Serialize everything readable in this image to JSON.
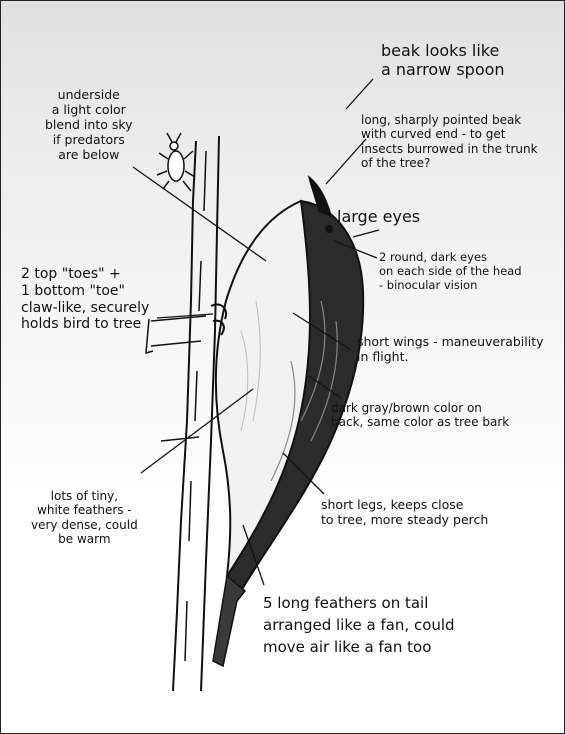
{
  "annotations": {
    "beak_title": "beak looks like\na narrow spoon",
    "beak_note": "long, sharply pointed beak\nwith curved end - to get\ninsects burrowed in the trunk\nof the tree?",
    "underside": "underside\na light color\nblend into sky\nif predators\nare below",
    "eyes_title": "large eyes",
    "eyes_note": "2 round, dark eyes\non each side of the head\n- binocular vision",
    "toes": "2 top \"toes\" +\n1 bottom \"toe\"\nclaw-like, securely\nholds bird to tree",
    "wings": "short wings - maneuverability\nin flight.",
    "back_color": "dark gray/brown color on\nback, same color as tree bark",
    "feathers": "lots of tiny,\nwhite feathers -\nvery dense, could\nbe warm",
    "legs": "short legs, keeps close\nto tree, more steady perch",
    "tail": "5 long feathers on tail\narranged like a fan, could\nmove air like a fan too"
  },
  "colors": {
    "ink": "#111111",
    "bird_back": "#2b2b2b",
    "bird_belly": "#f2f2f2"
  }
}
